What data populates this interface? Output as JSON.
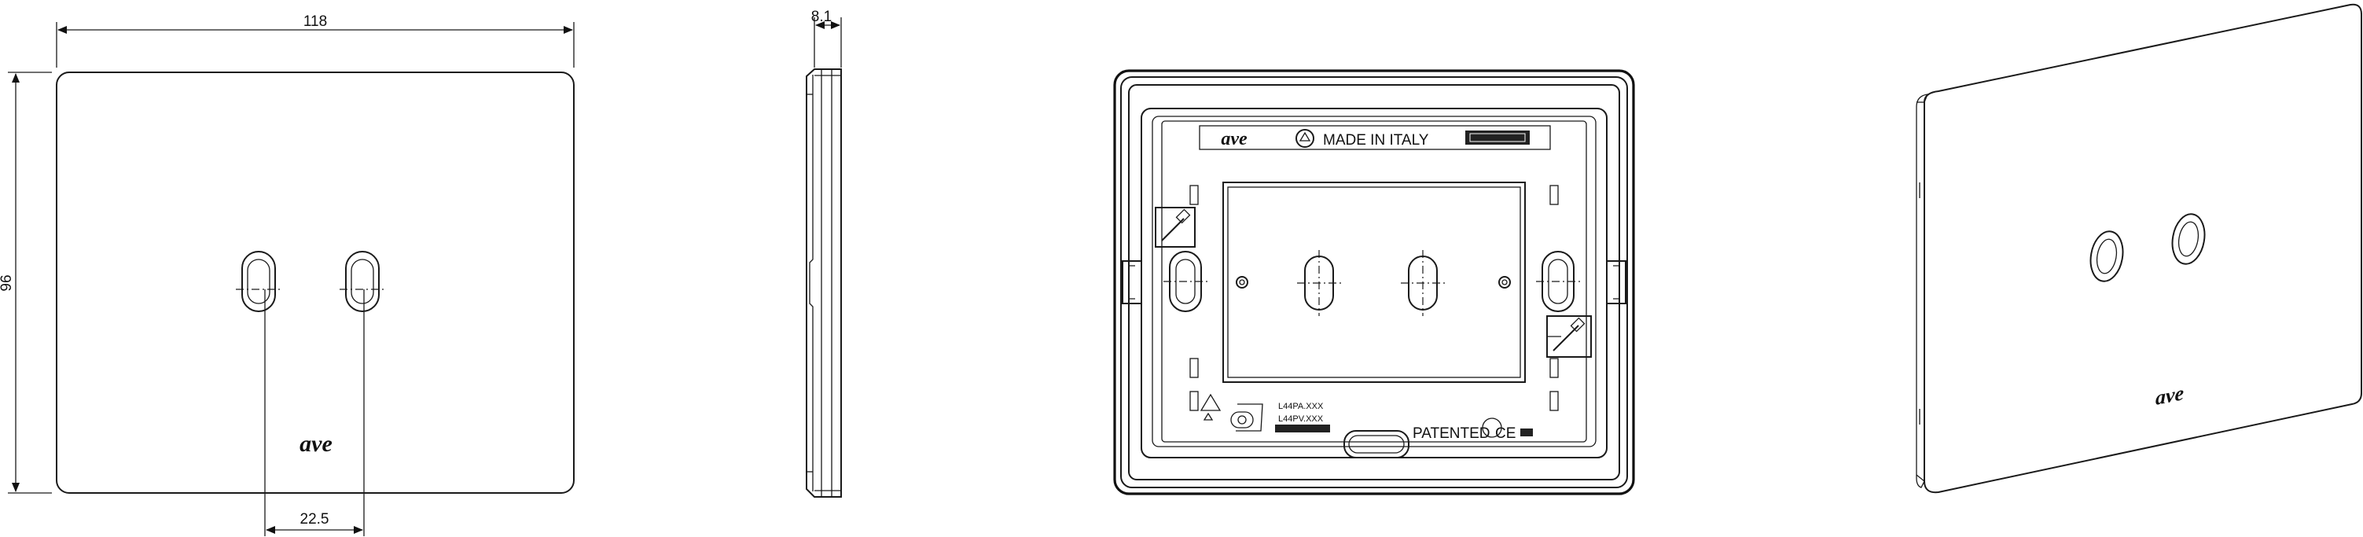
{
  "dimensions": {
    "width": "118",
    "height": "96",
    "depth": "8.1",
    "hole_spacing": "22.5"
  },
  "labels": {
    "brand": "ave",
    "made_in": "MADE IN ITALY",
    "patented": "PATENTED",
    "code_1": "L44PA.XXX",
    "code_2": "L44PV.XXX"
  }
}
